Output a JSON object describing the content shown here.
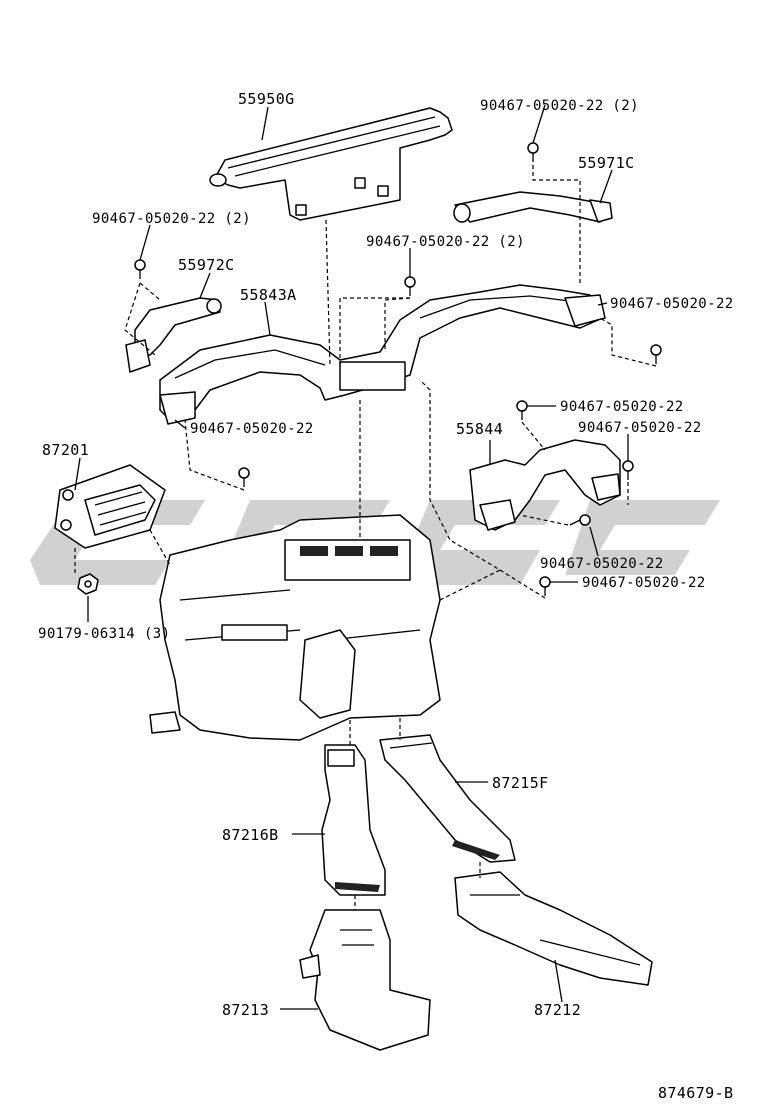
{
  "watermark_color": "#c9c9c9",
  "labels": {
    "p55950G": "55950G",
    "p90467_a": "90467-05020-22 (2)",
    "p55971C": "55971C",
    "p90467_b": "90467-05020-22 (2)",
    "p90467_c": "90467-05020-22 (2)",
    "p55972C": "55972C",
    "p55843A": "55843A",
    "p90467_d": "90467-05020-22",
    "p87201": "87201",
    "p90467_e": "90467-05020-22",
    "p90467_f": "90467-05020-22",
    "p55844": "55844",
    "p90467_g": "90467-05020-22",
    "p90467_h": "90467-05020-22",
    "p90467_i": "90467-05020-22",
    "p90179": "90179-06314 (3)",
    "p87215F": "87215F",
    "p87216B": "87216B",
    "p87213": "87213",
    "p87212": "87212",
    "diagram_id": "874679-B"
  }
}
